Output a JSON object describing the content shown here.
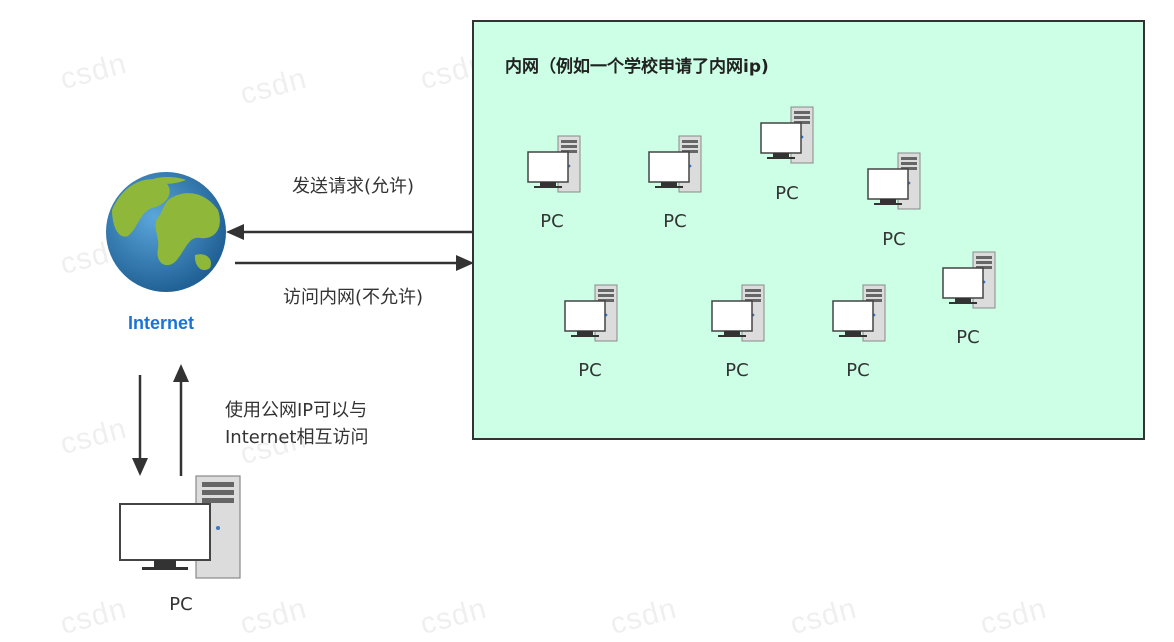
{
  "lan": {
    "title": "内网（例如一个学校申请了内网ip)",
    "pcs": [
      {
        "label": "PC"
      },
      {
        "label": "PC"
      },
      {
        "label": "PC"
      },
      {
        "label": "PC"
      },
      {
        "label": "PC"
      },
      {
        "label": "PC"
      },
      {
        "label": "PC"
      },
      {
        "label": "PC"
      }
    ]
  },
  "internet": {
    "label": "Internet"
  },
  "arrows": {
    "send_request": "发送请求(允许)",
    "access_lan": "访问内网(不允许)"
  },
  "note": {
    "line1": "使用公网IP可以与",
    "line2": "Internet相互访问"
  },
  "public_pc": {
    "label": "PC"
  },
  "watermark": {
    "text": "csdn"
  },
  "colors": {
    "lan_fill": "#ccffe6",
    "internet_label": "#1a74d6",
    "ocean": "#2f7fb8",
    "land": "#8fb83a"
  }
}
